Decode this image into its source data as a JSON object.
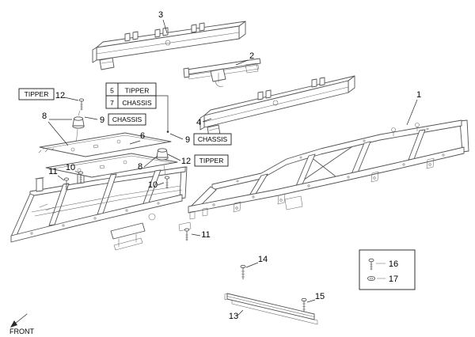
{
  "diagram": {
    "labels": {
      "tipper": "TIPPER",
      "chassis": "CHASSIS",
      "front": "FRONT"
    },
    "callouts": {
      "n1": "1",
      "n2": "2",
      "n3": "3",
      "n4": "4",
      "n5": "5",
      "n6": "6",
      "n7": "7",
      "n8": "8",
      "n9": "9",
      "n10": "10",
      "n11": "11",
      "n12": "12",
      "n13": "13",
      "n14": "14",
      "n15": "15",
      "n16": "16",
      "n17": "17"
    }
  }
}
